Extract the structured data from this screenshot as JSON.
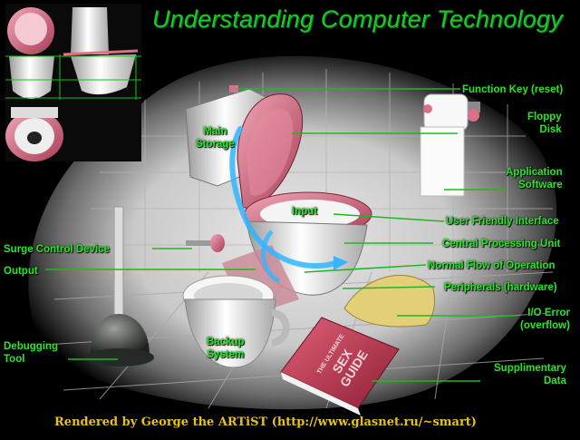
{
  "title": "Understanding Computer Technology",
  "labels": {
    "function_key": "Function Key (reset)",
    "floppy_disk": "Floppy\nDisk",
    "main_storage": "Main\nStorage",
    "application_software": "Application\nSoftware",
    "input": "Input",
    "user_friendly_interface": "User Friendly Interface",
    "surge_control_device": "Surge Control Device",
    "central_processing_unit": "Central Processing Unit",
    "output": "Output",
    "normal_flow": "Normal Flow of Operation",
    "peripherals": "Peripherals (hardware)",
    "io_error": "I/O Error\n(overflow)",
    "backup_system": "Backup\nSystem",
    "debugging_tool": "Debugging\nTool",
    "supplimentary_data": "Supplimentary\nData",
    "book_title": "SEX\nGUIDE",
    "book_subtitle": "THE ULTIMATE"
  },
  "credit": "Rendered by George the ARTiST (http://www.glasnet.ru/~smart)",
  "colors": {
    "label_green": "#29e629",
    "title_green": "#1fc81f",
    "credit_yellow": "#e8c21a",
    "toilet_pink": "#d97088",
    "flow_blue": "#33b5ff",
    "book_red": "#c2304a"
  },
  "icons": [
    "toilet",
    "toilet-paper-roll",
    "plunger",
    "potty",
    "sponge",
    "book",
    "blueprint-views"
  ]
}
